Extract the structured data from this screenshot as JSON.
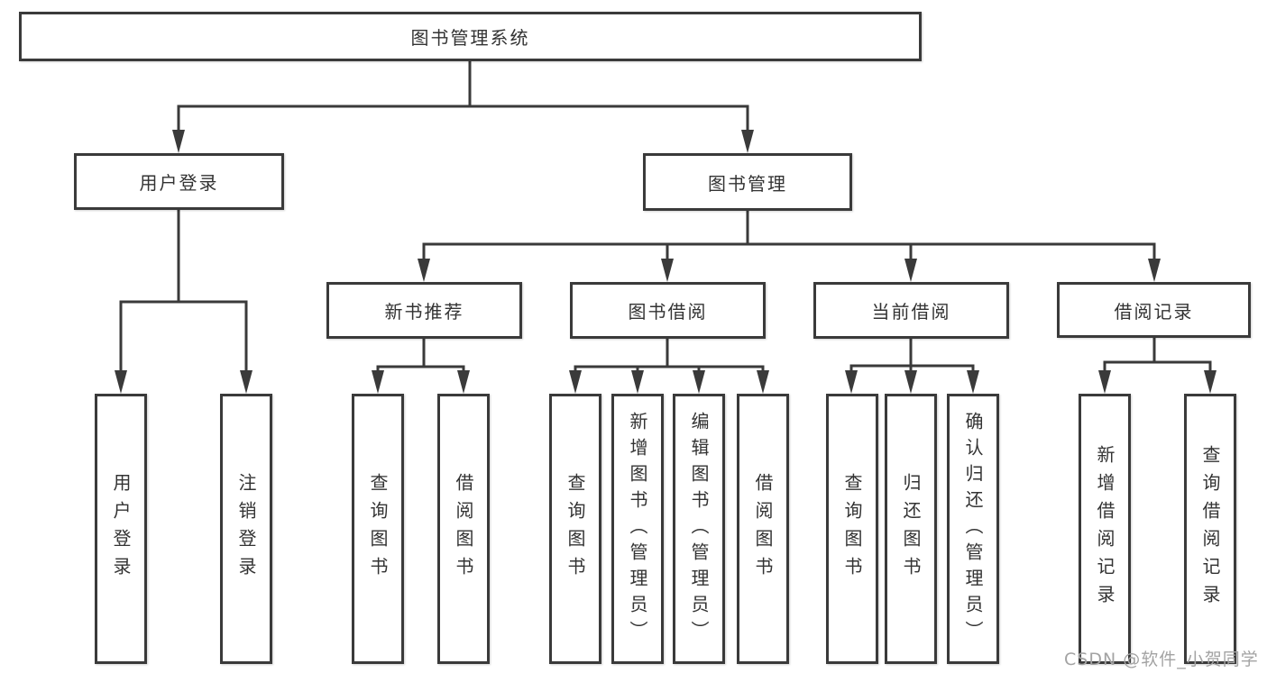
{
  "diagram_title": "图书管理系统",
  "tree": {
    "root": {
      "label": "图书管理系统"
    },
    "branches": [
      {
        "label": "用户登录",
        "children": [
          {
            "label": "用户登录"
          },
          {
            "label": "注销登录"
          }
        ]
      },
      {
        "label": "图书管理",
        "children": [
          {
            "label": "新书推荐",
            "children": [
              {
                "label": "查询图书"
              },
              {
                "label": "借阅图书"
              }
            ]
          },
          {
            "label": "图书借阅",
            "children": [
              {
                "label": "查询图书"
              },
              {
                "label": "新增图书（管理员）"
              },
              {
                "label": "编辑图书（管理员）"
              },
              {
                "label": "借阅图书"
              }
            ]
          },
          {
            "label": "当前借阅",
            "children": [
              {
                "label": "查询图书"
              },
              {
                "label": "归还图书"
              },
              {
                "label": "确认归还（管理员）"
              }
            ]
          },
          {
            "label": "借阅记录",
            "children": [
              {
                "label": "新增借阅记录"
              },
              {
                "label": "查询借阅记录"
              }
            ]
          }
        ]
      }
    ]
  },
  "watermark": "CSDN @软件_小贺同学",
  "colors": {
    "line": "#3a3a3a",
    "box_border": "#3a3a3a",
    "text": "#333333",
    "watermark": "#a3a3a3",
    "background": "#ffffff"
  }
}
